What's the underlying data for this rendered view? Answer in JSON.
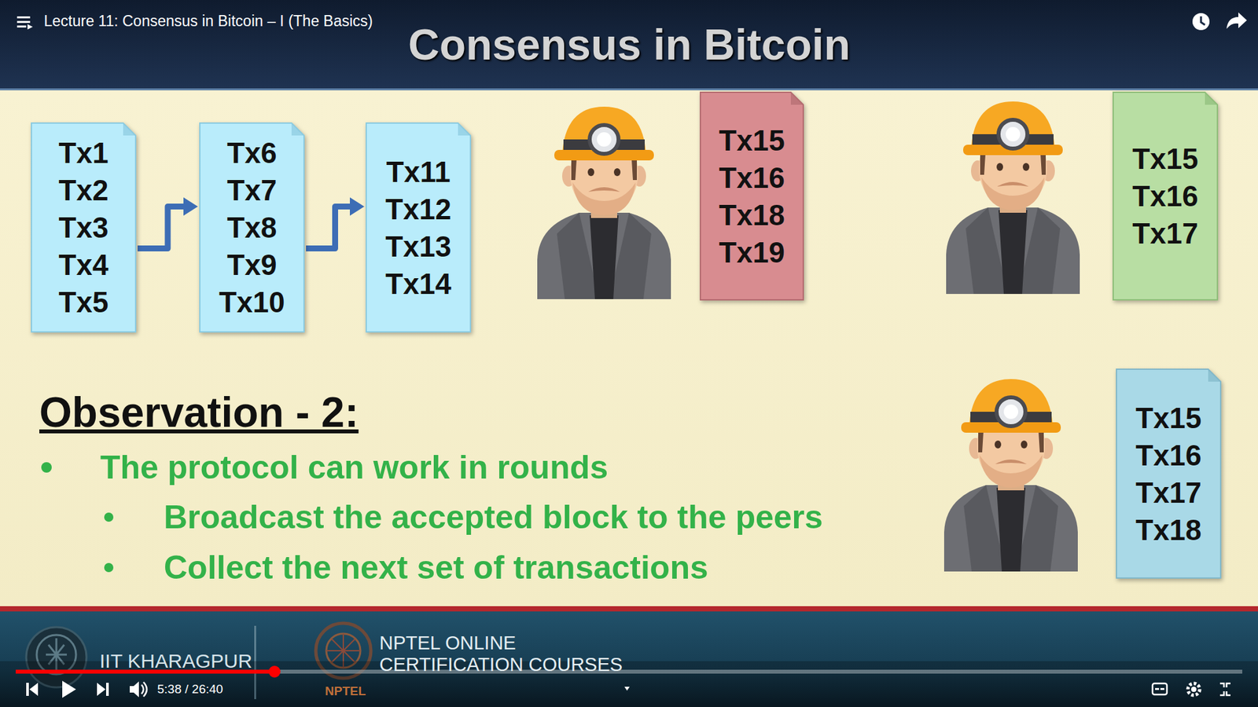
{
  "diagram": {
    "title": "Consensus in Bitcoin",
    "nodes": [
      {
        "text": [
          "Tx1",
          "Tx2",
          "Tx3",
          "Tx4",
          "Tx5"
        ]
      },
      {
        "text": [
          "Tx6",
          "Tx7",
          "Tx8",
          "Tx9",
          "Tx10"
        ]
      },
      {
        "text": [
          "Tx11",
          "Tx12",
          "Tx13",
          "Tx14"
        ]
      },
      {
        "text": [
          "Tx15",
          "Tx16",
          "Tx18",
          "Tx19"
        ]
      },
      {
        "text": [
          "Tx15",
          "Tx16",
          "Tx17"
        ]
      },
      {
        "text": [
          "Tx15",
          "Tx16",
          "Tx17",
          "Tx18"
        ]
      }
    ],
    "edges": [
      {
        "from": 0,
        "to": 1,
        "arrow": "to"
      },
      {
        "from": 1,
        "to": 2,
        "arrow": "to"
      }
    ],
    "labels": [
      "Lecture 11: Consensus in Bitcoin – I (The Basics)",
      "Observation - 2:",
      "The protocol can work in rounds",
      "Broadcast the accepted block to the peers",
      "Collect the next set of transactions",
      "IIT KHARAGPUR",
      "NPTEL ONLINE",
      "CERTIFICATION COURSES",
      "NPTEL",
      "5:38 / 26:40"
    ]
  }
}
